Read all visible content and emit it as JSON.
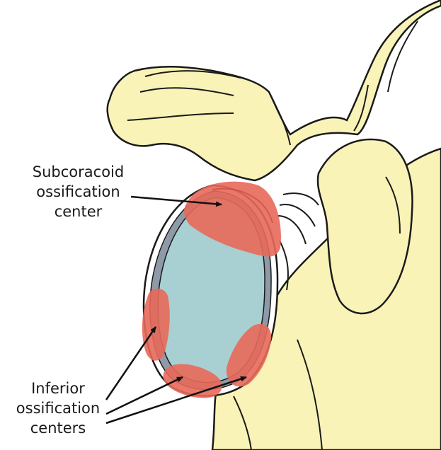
{
  "labels": {
    "subcoracoid": [
      "Subcoracoid",
      "ossification",
      "center"
    ],
    "inferior": [
      "Inferior",
      "ossification",
      "centers"
    ]
  },
  "colors": {
    "bone_fill": "#f9f3b7",
    "outline": "#1a1a1a",
    "glenoid_fill": "#a8d0d3",
    "cartilage_rim": "#8f9aa8",
    "ossification_center": "#e8695a",
    "arrow": "#111111"
  }
}
